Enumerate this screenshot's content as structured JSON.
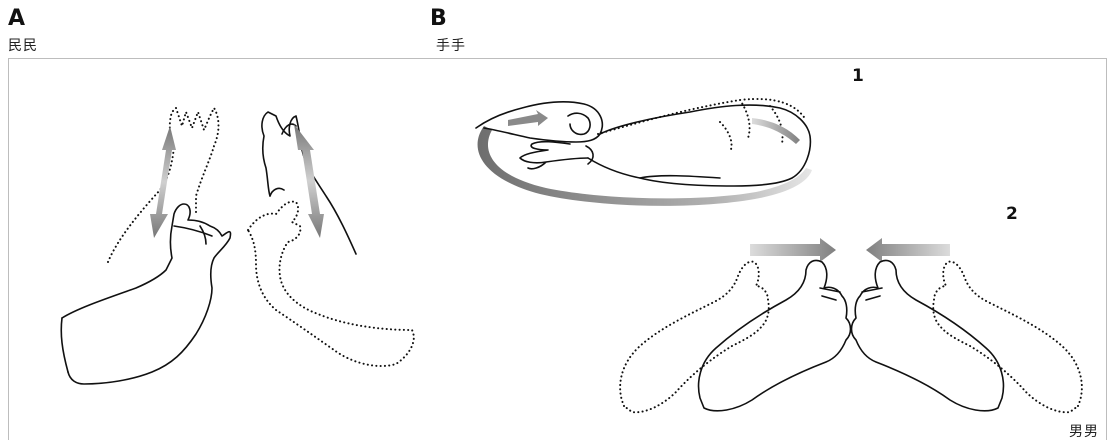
{
  "panel_a": {
    "letter": "A",
    "caption": "民民"
  },
  "panel_b": {
    "letter": "B",
    "caption": "手手",
    "step1": "1",
    "step2": "2"
  },
  "footer_caption": "男男",
  "colors": {
    "ink": "#111111",
    "arrow_gray": "#8a8a8a",
    "frame": "#bdbdbd"
  }
}
